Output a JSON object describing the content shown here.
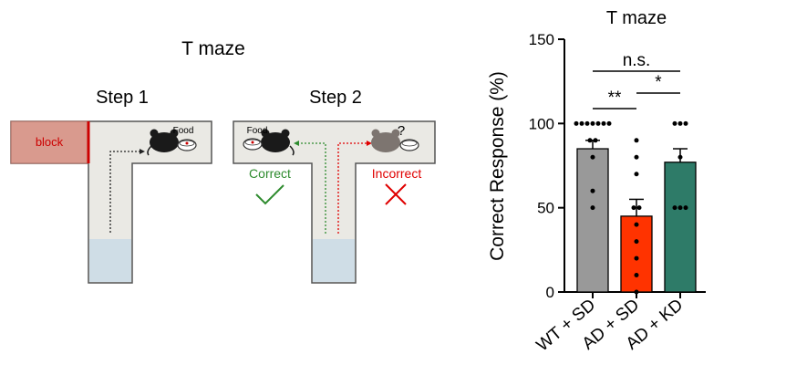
{
  "diagram": {
    "title": "T maze",
    "step1_label": "Step 1",
    "step2_label": "Step 2",
    "block_label": "block",
    "food_label": "Food",
    "question_mark": "?",
    "correct_label": "Correct",
    "incorrect_label": "Incorrect",
    "colors": {
      "maze_fill": "#eae9e4",
      "water_fill": "#cfdde6",
      "block_fill": "#d99a8e",
      "block_border": "#cc0000",
      "correct": "#2e8b2e",
      "incorrect": "#e00000",
      "path_black": "#222222"
    }
  },
  "chart_data": {
    "type": "bar",
    "title": "T maze",
    "ylabel": "Correct Response (%)",
    "xlabel": "",
    "ylim": [
      0,
      150
    ],
    "yticks": [
      0,
      50,
      100,
      150
    ],
    "categories": [
      "WT + SD",
      "AD + SD",
      "AD + KD"
    ],
    "values": [
      85,
      45,
      77
    ],
    "errors": [
      5,
      10,
      8
    ],
    "bar_colors": [
      "#999999",
      "#ff3300",
      "#2e7b68"
    ],
    "points": [
      [
        100,
        100,
        100,
        100,
        100,
        100,
        100,
        90,
        90,
        80,
        60,
        50
      ],
      [
        90,
        80,
        70,
        50,
        50,
        40,
        30,
        20,
        10,
        0
      ],
      [
        100,
        100,
        100,
        80,
        50,
        50,
        50
      ]
    ],
    "significance": [
      {
        "from": 0,
        "to": 1,
        "label": "**"
      },
      {
        "from": 1,
        "to": 2,
        "label": "*"
      },
      {
        "from": 0,
        "to": 2,
        "label": "n.s."
      }
    ]
  }
}
